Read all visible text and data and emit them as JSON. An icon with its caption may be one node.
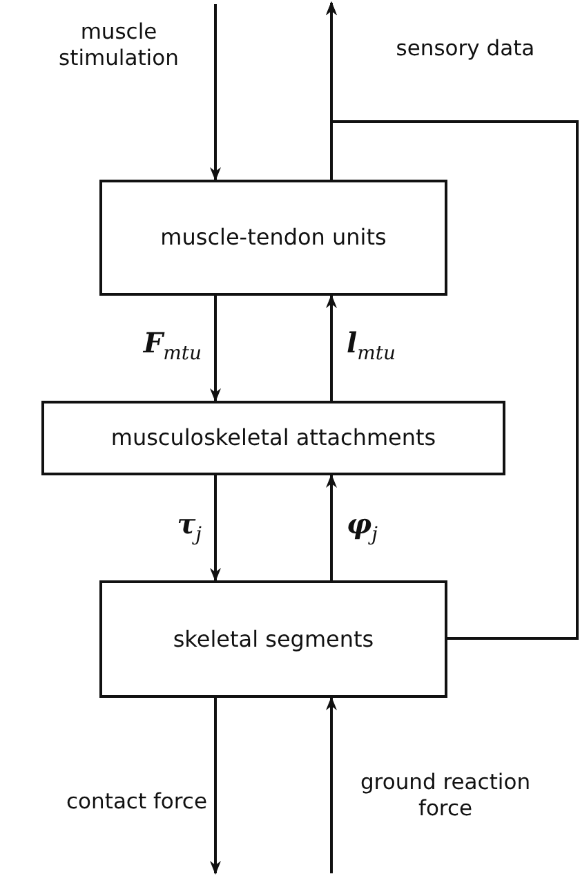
{
  "diagram": {
    "nodes": [
      {
        "text": [
          "muscle-tendon units"
        ]
      },
      {
        "text": [
          "musculoskeletal attachments"
        ]
      },
      {
        "text": [
          "skeletal segments"
        ]
      }
    ],
    "edges": [
      {
        "from": null,
        "to": 0,
        "arrow": "to",
        "label": "muscle stimulation"
      },
      {
        "from": 0,
        "to": null,
        "arrow": "to",
        "label": "sensory data"
      },
      {
        "from": 0,
        "to": 1,
        "arrow": "to",
        "label": "**F**$_{mtu}$"
      },
      {
        "from": 1,
        "to": 0,
        "arrow": "to",
        "label": "**l**$_{mtu}$"
      },
      {
        "from": 1,
        "to": 2,
        "arrow": "to",
        "label": "**τ**$_{j}$"
      },
      {
        "from": 2,
        "to": 1,
        "arrow": "to",
        "label": "**φ**$_{j}$"
      },
      {
        "from": 2,
        "to": null,
        "arrow": "to",
        "label": "contact force"
      },
      {
        "from": null,
        "to": 2,
        "arrow": "to",
        "label": "ground reaction force"
      },
      {
        "from": 2,
        "to": null,
        "arrow": "to"
      }
    ]
  }
}
